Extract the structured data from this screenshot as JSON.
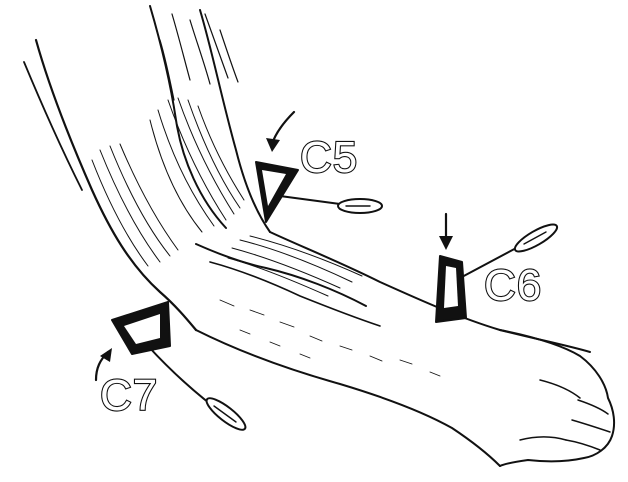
{
  "labels": {
    "c5": "C5",
    "c6": "C6",
    "c7": "C7"
  },
  "colors": {
    "ink": "#111111",
    "background": "#ffffff"
  }
}
